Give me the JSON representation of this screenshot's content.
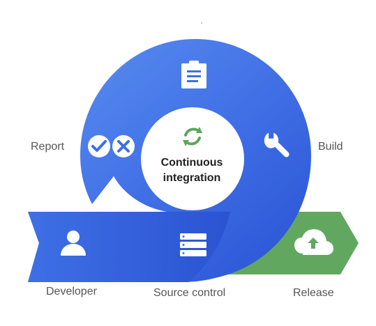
{
  "labels": {
    "report": "Report",
    "build": "Build",
    "developer": "Developer",
    "source_control": "Source control",
    "release": "Release"
  },
  "center": {
    "line1": "Continuous",
    "line2": "integration"
  },
  "colors": {
    "blue_light": "#5c8ff0",
    "blue_dark": "#2f58d7",
    "green": "#61a55f",
    "white": "#ffffff",
    "text": "#555555"
  },
  "icons": [
    "clipboard-icon",
    "check-icon",
    "close-icon",
    "refresh-icon",
    "wrench-icon",
    "user-icon",
    "server-list-icon",
    "cloud-upload-icon"
  ]
}
